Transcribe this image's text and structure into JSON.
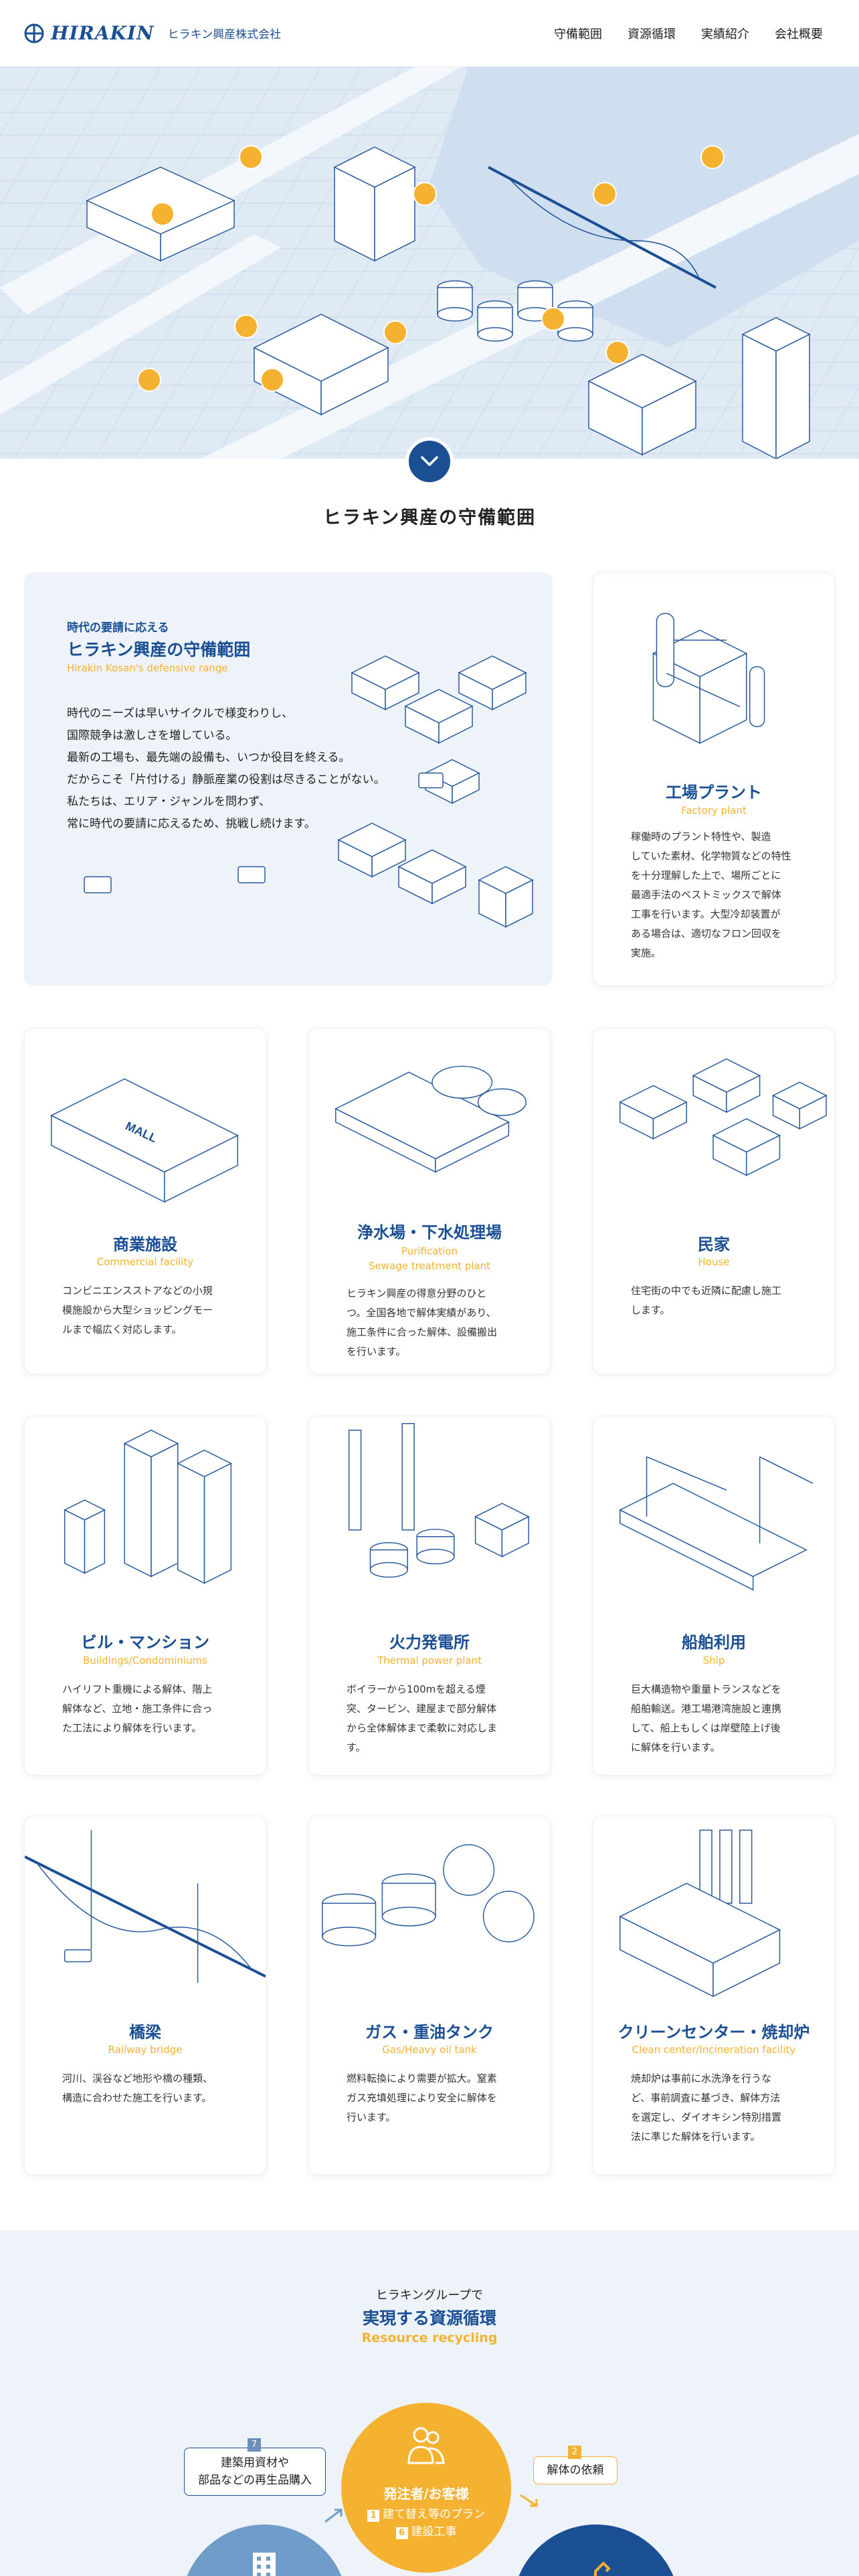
{
  "header": {
    "logo_text": "HIRAKIN",
    "logo_sub": "ヒラキン興産株式会社",
    "nav": [
      "守備範囲",
      "資源循環",
      "実績紹介",
      "会社概要"
    ]
  },
  "hero": {
    "scroll_icon": "chevron-down-icon"
  },
  "section_title": "ヒラキン興産の守備範囲",
  "intro": {
    "kicker": "時代の要請に応える",
    "title": "ヒラキン興産の守備範囲",
    "title_en": "Hirakin Kosan's defensive range",
    "body": [
      "時代のニーズは早いサイクルで様変わりし、",
      "国際競争は激しさを増している。",
      "最新の工場も、最先端の設備も、いつか役目を終える。",
      "だからこそ「片付ける」静脈産業の役割は尽きることがない。",
      "私たちは、エリア・ジャンルを問わず、",
      "常に時代の要請に応えるため、挑戦し続けます。"
    ]
  },
  "cards": [
    {
      "title": "工場プラント",
      "en": [
        "Factory plant"
      ],
      "desc": [
        "稼働時のプラント特性や、製造",
        "していた素材、化学物質などの特性",
        "を十分理解した上で、場所ごとに",
        "最適手法のベストミックスで解体",
        "工事を行います。大型冷却装置が",
        "ある場合は、適切なフロン回収を",
        "実施。"
      ]
    },
    {
      "title": "商業施設",
      "en": [
        "Commercial facility"
      ],
      "desc": [
        "コンビニエンスストアなどの小規",
        "模施設から大型ショッピングモー",
        "ルまで幅広く対応します。"
      ]
    },
    {
      "title": "浄水場・下水処理場",
      "en": [
        "Purification",
        "Sewage treatment plant"
      ],
      "desc": [
        "ヒラキン興産の得意分野のひと",
        "つ。全国各地で解体実績があり、",
        "施工条件に合った解体、設備搬出",
        "を行います。"
      ]
    },
    {
      "title": "民家",
      "en": [
        "House"
      ],
      "desc": [
        "住宅街の中でも近隣に配慮し施工",
        "します。"
      ]
    },
    {
      "title": "ビル・マンション",
      "en": [
        "Buildings/Condominiums"
      ],
      "desc": [
        "ハイリフト重機による解体、階上",
        "解体など、立地・施工条件に合っ",
        "た工法により解体を行います。"
      ]
    },
    {
      "title": "火力発電所",
      "en": [
        "Thermal power plant"
      ],
      "desc": [
        "ボイラーから100mを超える煙",
        "突、タービン、建屋まで部分解体",
        "から全体解体まで柔軟に対応しま",
        "す。"
      ]
    },
    {
      "title": "船舶利用",
      "en": [
        "Ship"
      ],
      "desc": [
        "巨大構造物や重量トランスなどを",
        "船舶輸送。港工場港湾施設と連携",
        "して、船上もしくは岸壁陸上げ後",
        "に解体を行います。"
      ]
    },
    {
      "title": "橋梁",
      "en": [
        "Railway bridge"
      ],
      "desc": [
        "河川、渓谷など地形や橋の種類、",
        "構造に合わせた施工を行います。"
      ]
    },
    {
      "title": "ガス・重油タンク",
      "en": [
        "Gas/Heavy oil tank"
      ],
      "desc": [
        "燃料転換により需要が拡大。窒素",
        "ガス充填処理により安全に解体を",
        "行います。"
      ]
    },
    {
      "title": "クリーンセンター・焼却炉",
      "en": [
        "Clean center/Incineration facility"
      ],
      "desc": [
        "焼却炉は事前に水洗浄を行うな",
        "ど、事前調査に基づき、解体方法",
        "を選定し、ダイオキシン特別措置",
        "法に準じた解体を行います。"
      ]
    }
  ],
  "cycle": {
    "small": "ヒラキングループで",
    "title": "実現する資源循環",
    "title_en": "Resource recycling",
    "center": {
      "title": "発注者/お客様",
      "line1_num": "1",
      "line1": "建て替え等のプラン",
      "line2_num": "6",
      "line2": "建設工事"
    },
    "left_badge": "7",
    "left_box": [
      "建築用資材や",
      "部品などの再生品購入"
    ],
    "right_badge": "2",
    "right_box": "解体の依頼"
  },
  "colors": {
    "brand": "#1b4f93",
    "accent": "#f2b233",
    "hero_bg": "#dbe8f4"
  }
}
